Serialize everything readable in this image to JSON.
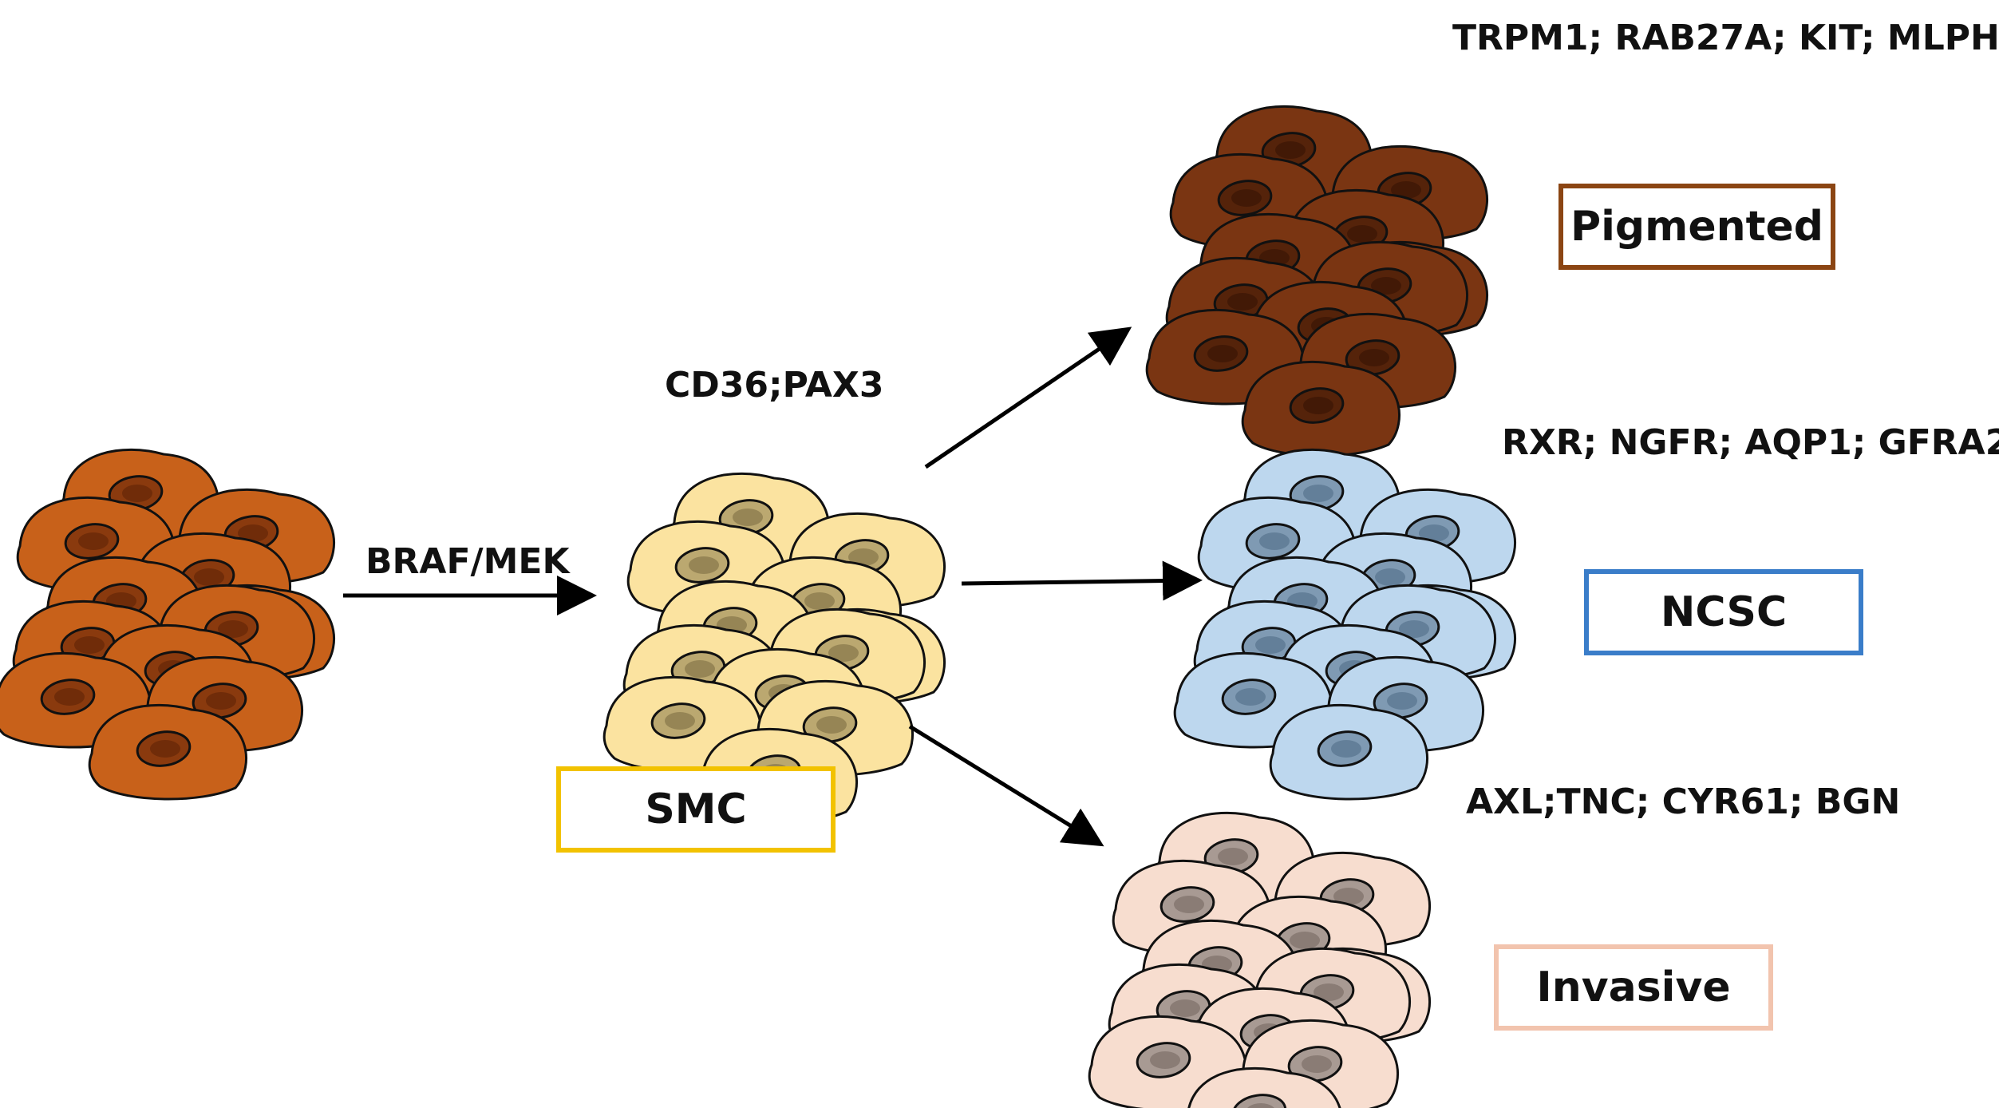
{
  "markers": {
    "pigmented": "TRPM1; RAB27A; KIT; MLPH",
    "smc": "CD36;PAX3",
    "ncsc": "RXR; NGFR; AQP1; GFRA2",
    "invasive": "AXL;TNC; CYR61; BGN"
  },
  "transition_label": "BRAF/MEK",
  "boxes": {
    "pigmented": {
      "label": "Pigmented",
      "border_color": "#8B4513"
    },
    "smc": {
      "label": "SMC",
      "border_color": "#F2C200"
    },
    "ncsc": {
      "label": "NCSC",
      "border_color": "#3A7DC9"
    },
    "invasive": {
      "label": "Invasive",
      "border_color": "#F2C4AE"
    }
  },
  "clusters": {
    "origin": {
      "fill": "#C8611A",
      "nucleus": "#8A3A0E",
      "inner": "#6B2A08"
    },
    "smc": {
      "fill": "#FBE3A0",
      "nucleus": "#BBA870",
      "inner": "#8F7F50"
    },
    "pigmented": {
      "fill": "#7A3512",
      "nucleus": "#55230A",
      "inner": "#3F1806"
    },
    "ncsc": {
      "fill": "#BDD7EE",
      "nucleus": "#7F9AB3",
      "inner": "#5E7A94"
    },
    "invasive": {
      "fill": "#F7DDCF",
      "nucleus": "#A89A93",
      "inner": "#857770"
    }
  }
}
